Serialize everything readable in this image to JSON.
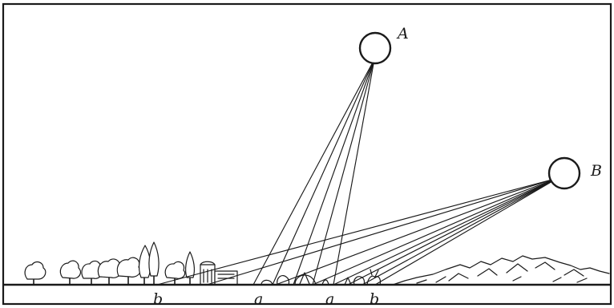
{
  "sources": [
    {
      "label": "A"
    },
    {
      "label": "B"
    }
  ],
  "ground_marks": [
    {
      "label": "b"
    },
    {
      "label": "a"
    },
    {
      "label": "a"
    },
    {
      "label": "b"
    }
  ]
}
